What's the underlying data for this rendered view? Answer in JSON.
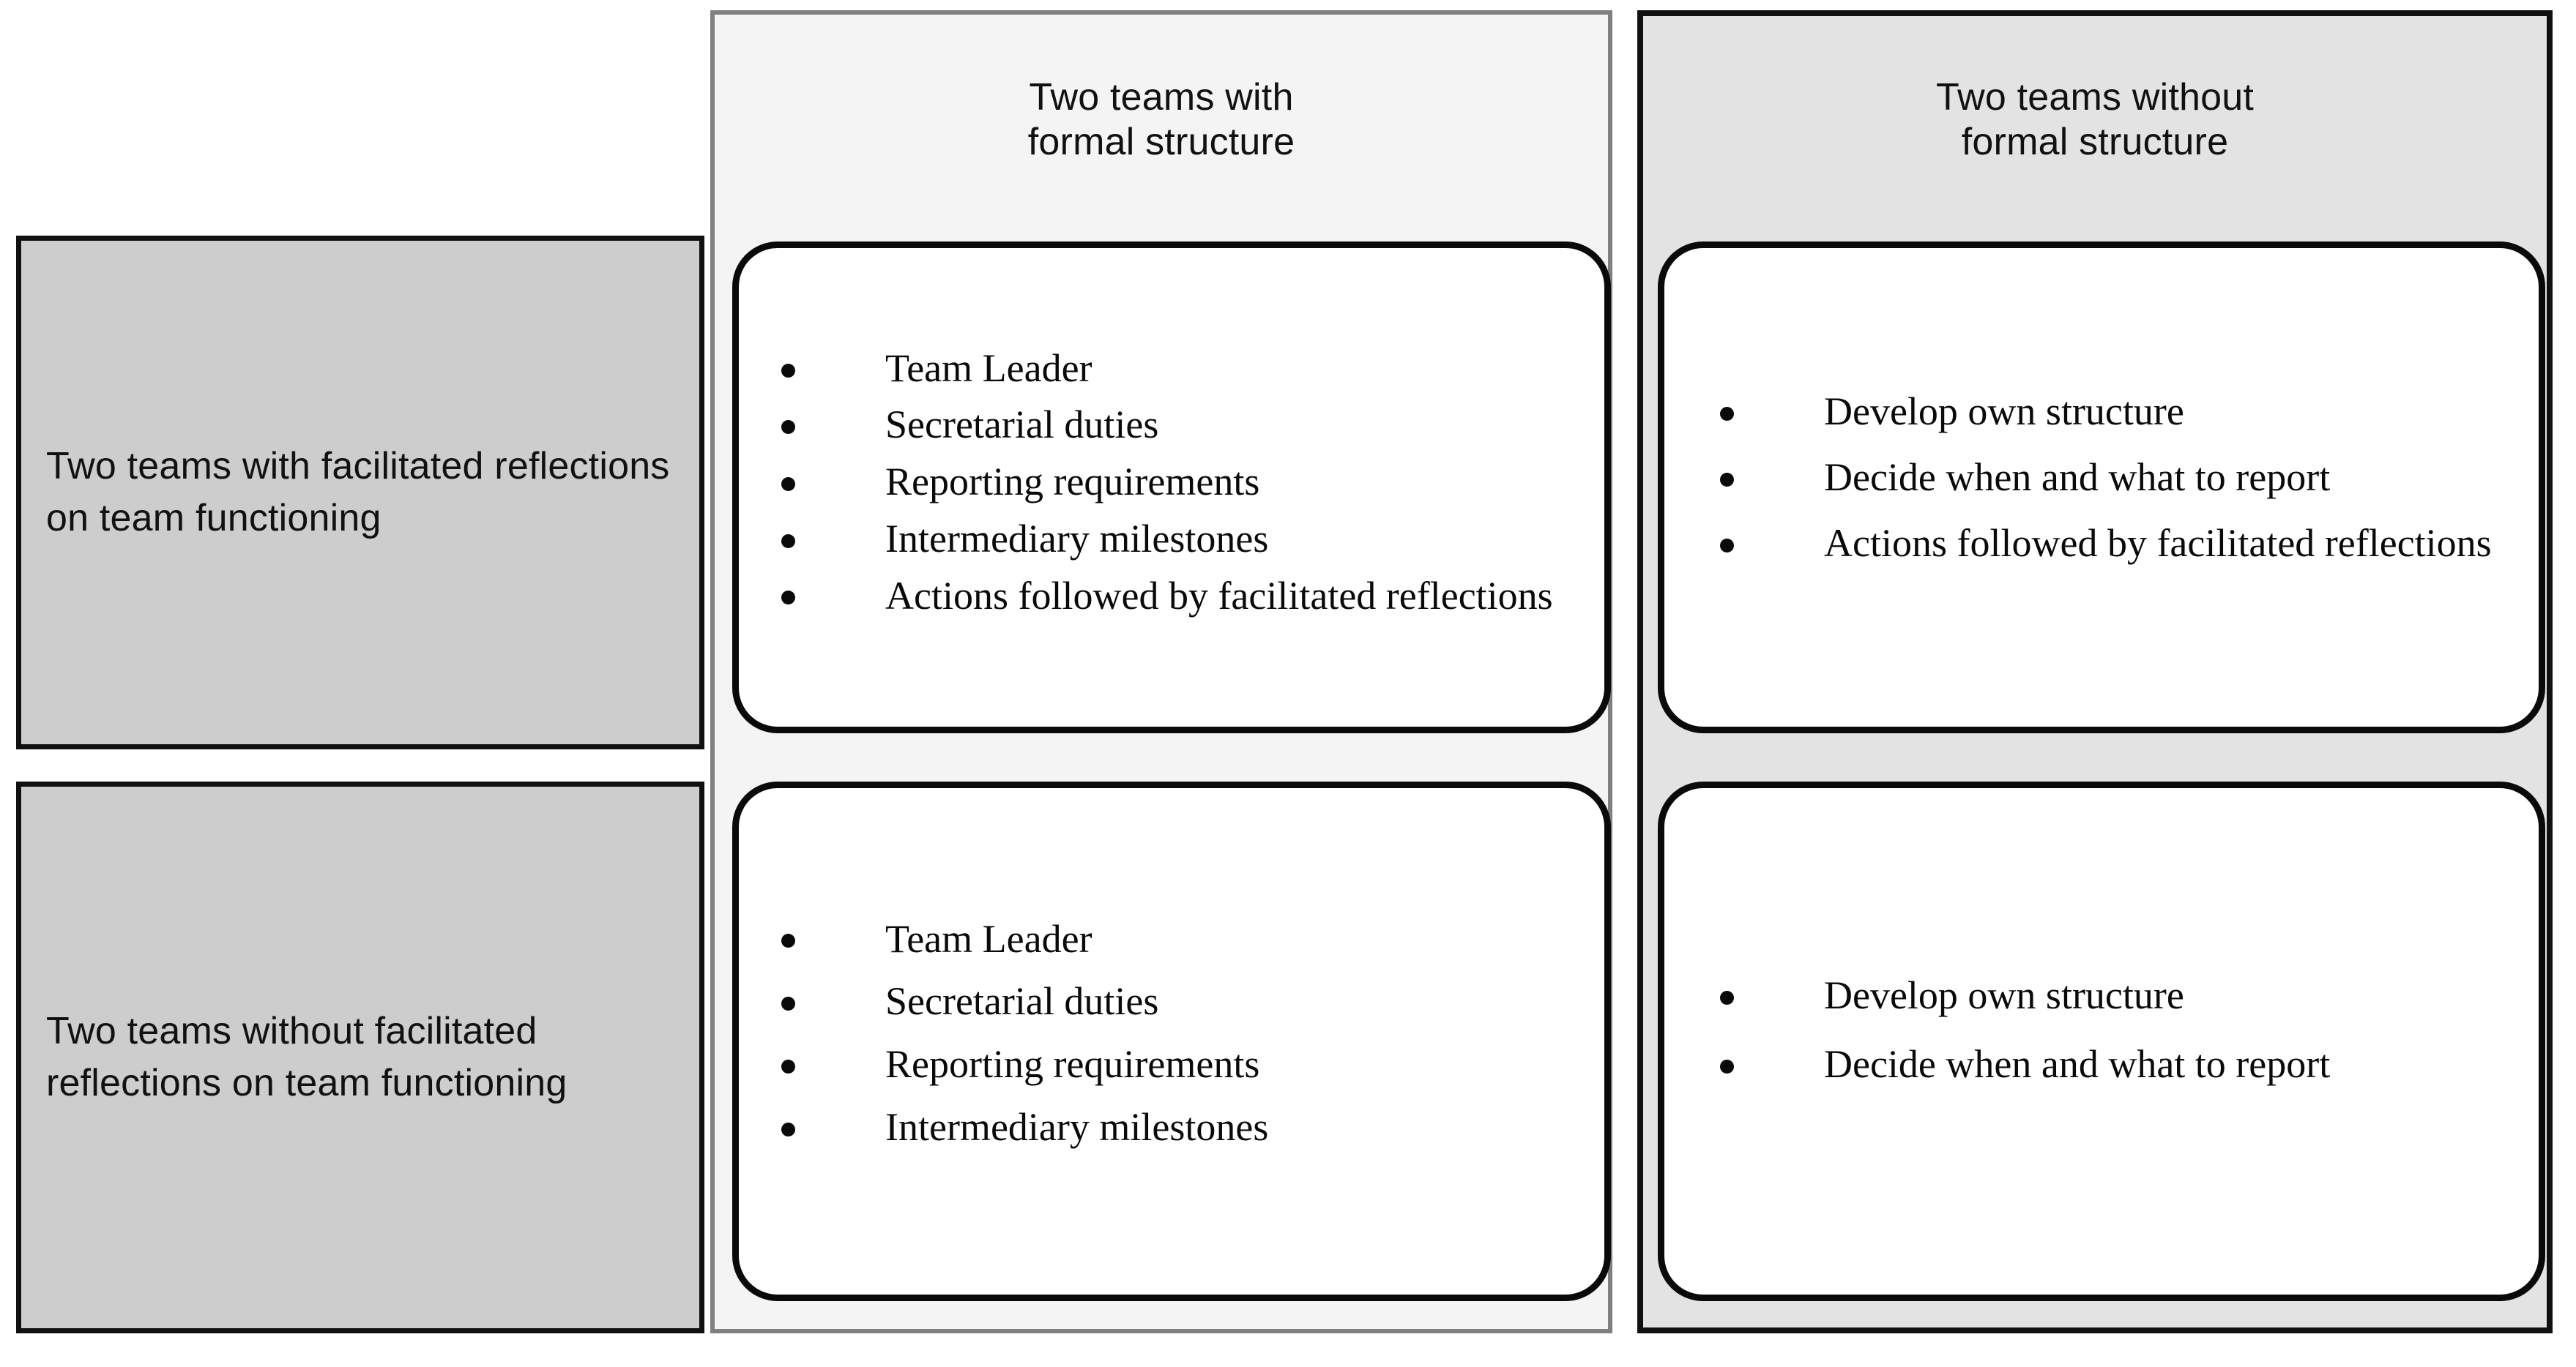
{
  "figure": {
    "type": "2x2-condition-matrix",
    "corner_cell": ""
  },
  "colors": {
    "col1_header_fill": "#f4f4f4",
    "col1_header_border": "#808080",
    "col2_header_fill": "#e3e3e3",
    "col2_header_border": "#111111",
    "row_header_fill": "#cdcdcd",
    "row_header_border": "#111111",
    "card_fill": "#ffffff",
    "card_border": "#0a0a0a",
    "text": "#111111"
  },
  "columns": [
    {
      "id": "formal",
      "label": "Two teams with\nformal structure"
    },
    {
      "id": "no-formal",
      "label": "Two teams without\nformal structure"
    }
  ],
  "rows": [
    {
      "id": "reflections",
      "label": "Two teams with facilitated reflections on team functioning"
    },
    {
      "id": "no-reflections",
      "label": "Two teams without facilitated reflections on team functioning"
    }
  ],
  "cells": [
    {
      "row": "reflections",
      "column": "formal",
      "bullets": [
        "Team Leader",
        "Secretarial duties",
        "Reporting requirements",
        "Intermediary milestones",
        "Actions followed by facilitated reflections"
      ]
    },
    {
      "row": "reflections",
      "column": "no-formal",
      "bullets": [
        "Develop own structure",
        "Decide when and what to report",
        "Actions followed by facilitated reflections"
      ]
    },
    {
      "row": "no-reflections",
      "column": "formal",
      "bullets": [
        "Team Leader",
        "Secretarial duties",
        "Reporting requirements",
        "Intermediary milestones"
      ]
    },
    {
      "row": "no-reflections",
      "column": "no-formal",
      "bullets": [
        "Develop own structure",
        "Decide when and what to report"
      ]
    }
  ]
}
